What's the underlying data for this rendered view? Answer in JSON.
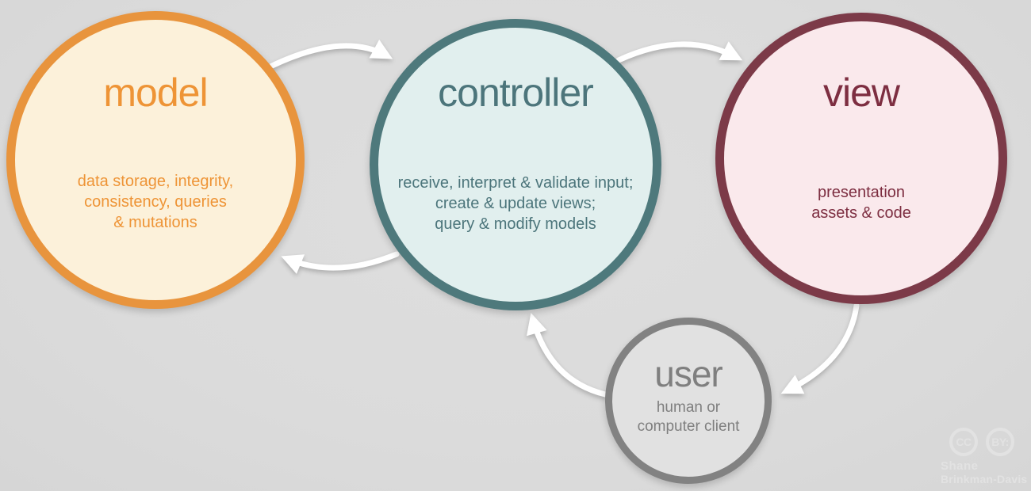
{
  "background_color": "#dbdbdb",
  "arrow_color": "#ffffff",
  "nodes": {
    "model": {
      "title": "model",
      "lines": [
        "data storage, integrity,",
        "consistency, queries",
        "& mutations"
      ],
      "border_color": "#e8943d",
      "fill_color": "#fcf1da",
      "text_color": "#ee9436"
    },
    "controller": {
      "title": "controller",
      "lines": [
        "receive, interpret & validate input;",
        "create & update views;",
        "query & modify models"
      ],
      "border_color": "#4e797c",
      "fill_color": "#e1efee",
      "text_color": "#4c757b"
    },
    "view": {
      "title": "view",
      "lines": [
        "presentation",
        "assets & code"
      ],
      "border_color": "#7c3a48",
      "fill_color": "#fae9ec",
      "text_color": "#7d2e41"
    },
    "user": {
      "title": "user",
      "lines": [
        "human or",
        "computer client"
      ],
      "border_color": "#828282",
      "fill_color": "#e1e1e1",
      "text_color": "#7f7f7f"
    }
  },
  "arrows": [
    {
      "name": "model-to-controller"
    },
    {
      "name": "controller-to-view"
    },
    {
      "name": "controller-to-model"
    },
    {
      "name": "view-to-user"
    },
    {
      "name": "user-to-controller"
    }
  ],
  "attribution": {
    "cc": "CC",
    "by": "BY:",
    "author_line1": "Shane",
    "author_line2": "Brinkman-Davis",
    "color": "#e2e2e2"
  }
}
